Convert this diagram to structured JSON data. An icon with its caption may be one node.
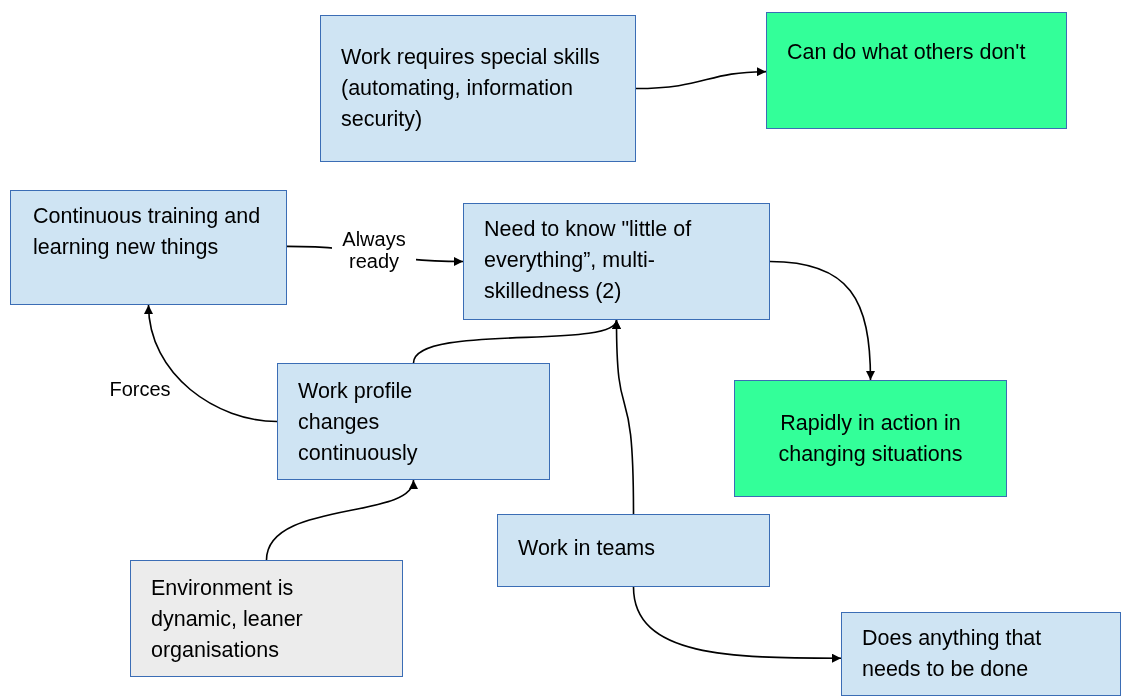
{
  "diagram": {
    "nodes": [
      {
        "text": [
          "Work requires special skills (automating, information security)"
        ]
      },
      {
        "text": [
          "Can do what others don't"
        ]
      },
      {
        "text": [
          "Continuous training and learning new things"
        ]
      },
      {
        "text": [
          "Need to know \"little of everything”, multi-skilledness (2)"
        ]
      },
      {
        "text": [
          "Work profile changes continuously"
        ]
      },
      {
        "text": [
          "Rapidly in action in changing situations"
        ]
      },
      {
        "text": [
          "Work in teams"
        ]
      },
      {
        "text": [
          "Environment is dynamic, leaner organisations"
        ]
      },
      {
        "text": [
          "Does anything that needs to be done"
        ]
      }
    ],
    "edges": [
      {
        "from": 0,
        "to": 1,
        "arrow": "to"
      },
      {
        "from": 2,
        "to": 3,
        "arrow": "to",
        "label": "Always ready"
      },
      {
        "from": 4,
        "to": 2,
        "arrow": "to",
        "label": "Forces"
      },
      {
        "from": 4,
        "to": 3,
        "arrow": "to"
      },
      {
        "from": 6,
        "to": 3,
        "arrow": "to"
      },
      {
        "from": 3,
        "to": 5,
        "arrow": "to"
      },
      {
        "from": 7,
        "to": 4,
        "arrow": "to"
      },
      {
        "from": 6,
        "to": 8,
        "arrow": "to"
      }
    ]
  }
}
